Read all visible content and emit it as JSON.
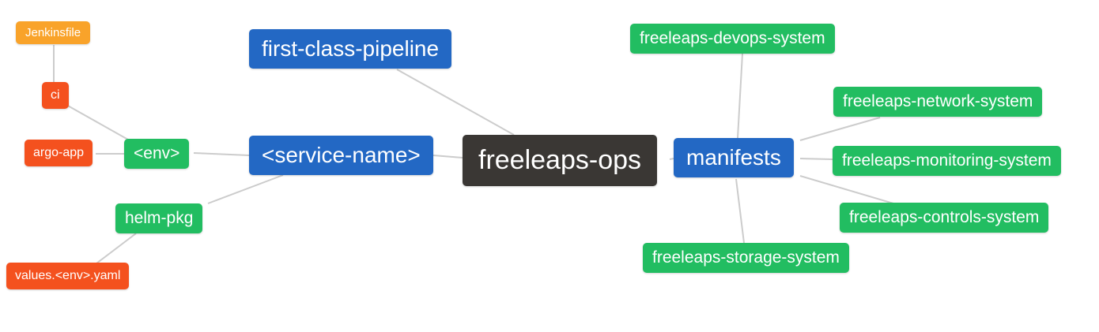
{
  "palette": {
    "background": "#ffffff",
    "text": "#ffffff",
    "edge": "#cccccc",
    "root_bg": "#3a3734",
    "branch_bg": "#2368c4",
    "leaf_bg": "#22bd61",
    "sub_bg": "#f4511e",
    "subsub_bg": "#f9a32a"
  },
  "nodes": {
    "root": {
      "label": "freeleaps-ops"
    },
    "first_class_pipeline": {
      "label": "first-class-pipeline"
    },
    "service_name": {
      "label": "<service-name>"
    },
    "manifests": {
      "label": "manifests"
    },
    "env": {
      "label": "<env>"
    },
    "helm_pkg": {
      "label": "helm-pkg"
    },
    "devops_system": {
      "label": "freeleaps-devops-system"
    },
    "network_system": {
      "label": "freeleaps-network-system"
    },
    "monitoring_system": {
      "label": "freeleaps-monitoring-system"
    },
    "controls_system": {
      "label": "freeleaps-controls-system"
    },
    "storage_system": {
      "label": "freeleaps-storage-system"
    },
    "ci": {
      "label": "ci"
    },
    "argo_app": {
      "label": "argo-app"
    },
    "values_yaml": {
      "label": "values.<env>.yaml"
    },
    "jenkinsfile": {
      "label": "Jenkinsfile"
    }
  },
  "connections": [
    [
      "freeleaps-ops",
      "first-class-pipeline"
    ],
    [
      "freeleaps-ops",
      "<service-name>"
    ],
    [
      "freeleaps-ops",
      "manifests"
    ],
    [
      "<service-name>",
      "<env>"
    ],
    [
      "<service-name>",
      "helm-pkg"
    ],
    [
      "<env>",
      "ci"
    ],
    [
      "<env>",
      "argo-app"
    ],
    [
      "ci",
      "Jenkinsfile"
    ],
    [
      "helm-pkg",
      "values.<env>.yaml"
    ],
    [
      "manifests",
      "freeleaps-devops-system"
    ],
    [
      "manifests",
      "freeleaps-network-system"
    ],
    [
      "manifests",
      "freeleaps-monitoring-system"
    ],
    [
      "manifests",
      "freeleaps-controls-system"
    ],
    [
      "manifests",
      "freeleaps-storage-system"
    ]
  ],
  "tree": {
    "label": "freeleaps-ops",
    "children": [
      {
        "label": "first-class-pipeline"
      },
      {
        "label": "<service-name>",
        "children": [
          {
            "label": "<env>",
            "children": [
              {
                "label": "ci",
                "children": [
                  {
                    "label": "Jenkinsfile"
                  }
                ]
              },
              {
                "label": "argo-app"
              }
            ]
          },
          {
            "label": "helm-pkg",
            "children": [
              {
                "label": "values.<env>.yaml"
              }
            ]
          }
        ]
      },
      {
        "label": "manifests",
        "children": [
          {
            "label": "freeleaps-devops-system"
          },
          {
            "label": "freeleaps-network-system"
          },
          {
            "label": "freeleaps-monitoring-system"
          },
          {
            "label": "freeleaps-controls-system"
          },
          {
            "label": "freeleaps-storage-system"
          }
        ]
      }
    ]
  }
}
